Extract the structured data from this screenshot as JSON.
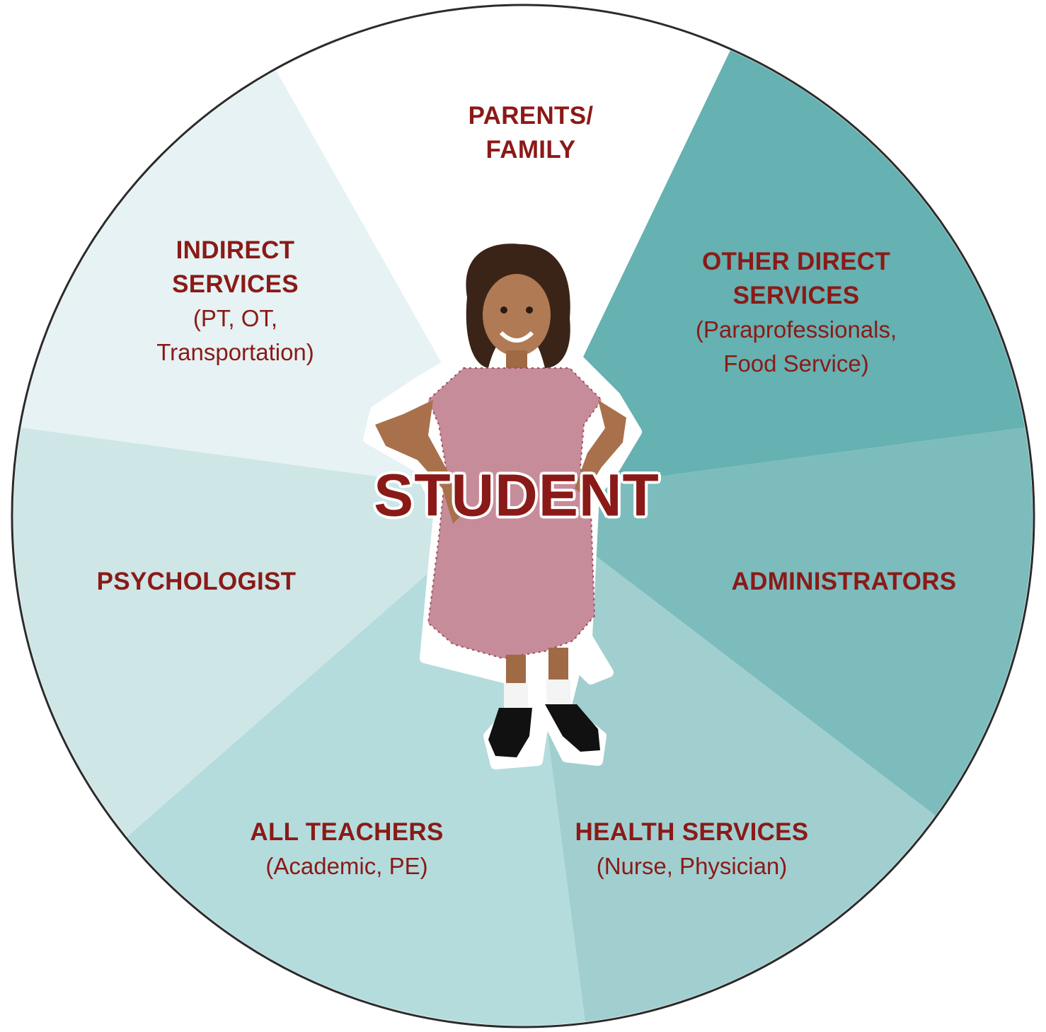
{
  "diagram": {
    "center": {
      "label": "STUDENT",
      "photo": "girl-in-checked-dress"
    },
    "colors": {
      "text": "#8a1a17",
      "outline": "#2b2b2b"
    },
    "segments": [
      {
        "id": "parents-family",
        "title_lines": [
          "PARENTS/",
          "FAMILY"
        ],
        "sub_lines": [],
        "color": "#ffffff"
      },
      {
        "id": "other-direct-services",
        "title_lines": [
          "OTHER DIRECT",
          "SERVICES"
        ],
        "sub_lines": [
          "(Paraprofessionals,",
          "Food Service)"
        ],
        "color": "#66b1b1"
      },
      {
        "id": "administrators",
        "title_lines": [
          "ADMINISTRATORS"
        ],
        "sub_lines": [],
        "color": "#7cbcbd"
      },
      {
        "id": "health-services",
        "title_lines": [
          "HEALTH SERVICES"
        ],
        "sub_lines": [
          "(Nurse, Physician)"
        ],
        "color": "#a1cfd0"
      },
      {
        "id": "all-teachers",
        "title_lines": [
          "ALL TEACHERS"
        ],
        "sub_lines": [
          "(Academic, PE)"
        ],
        "color": "#b4dcdd"
      },
      {
        "id": "psychologist",
        "title_lines": [
          "PSYCHOLOGIST"
        ],
        "sub_lines": [],
        "color": "#cfe6e7"
      },
      {
        "id": "indirect-services",
        "title_lines": [
          "INDIRECT",
          "SERVICES"
        ],
        "sub_lines": [
          "(PT, OT,",
          "Transportation)"
        ],
        "color": "#e6f2f3"
      }
    ]
  }
}
